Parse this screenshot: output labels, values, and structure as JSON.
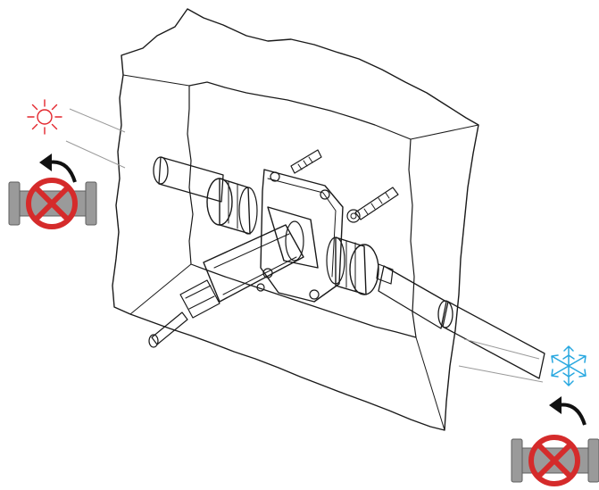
{
  "diagram": {
    "subject": "concealed-mixing-valve-installation",
    "hot_side": {
      "symbol": "sun-icon",
      "color": "#e3262d",
      "valve": "closed-valve-icon",
      "rotation": "counter-clockwise"
    },
    "cold_side": {
      "symbol": "snowflake-icon",
      "color": "#29a8e0",
      "valve": "closed-valve-icon",
      "rotation": "counter-clockwise"
    },
    "valve_body_color": "#9a9a9a",
    "prohibition_color": "#d52b2b",
    "line_color": "#1a1a1a"
  }
}
